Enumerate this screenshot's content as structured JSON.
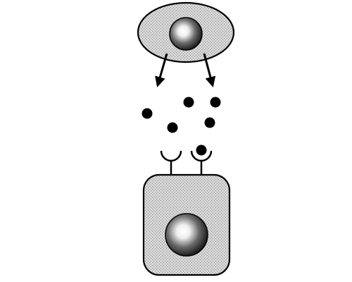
{
  "colors": {
    "stroke": "#000000",
    "cell_fill_base": "#d6d6d6",
    "stipple_dot": "#8a8a8a",
    "nucleus_light": "#ffffff",
    "nucleus_dark": "#111111",
    "molecule": "#000000",
    "background": "#ffffff"
  },
  "diagram": {
    "secreting_cell": {
      "shape": "ellipse",
      "has_nucleus": true
    },
    "secretion_arrows": 2,
    "signal_molecules": {
      "free_count": 5,
      "bound_count": 1
    },
    "receptors": {
      "count": 2
    },
    "target_cell": {
      "shape": "rounded-rectangle",
      "has_nucleus": true
    }
  }
}
